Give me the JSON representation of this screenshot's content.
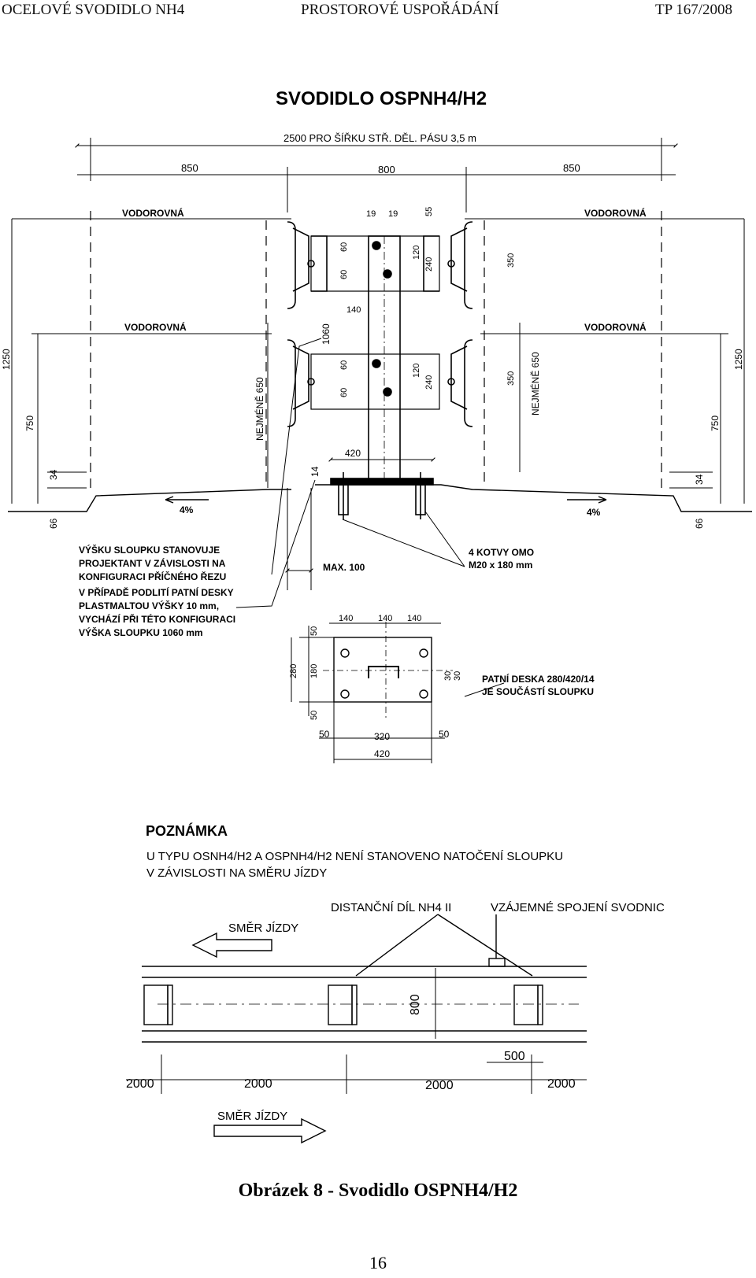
{
  "header": {
    "left": "OCELOVÉ SVODIDLO NH4",
    "center": "PROSTOROVÉ USPOŘÁDÁNÍ",
    "right": "TP 167/2008"
  },
  "drawing": {
    "title": "SVODIDLO OSPNH4/H2",
    "top_dim": "2500 PRO ŠÍŘKU STŘ. DĚL. PÁSU 3,5 m",
    "dims": {
      "d850": "850",
      "d800": "800",
      "d19": "19",
      "d55": "55",
      "d60": "60",
      "d120": "120",
      "d240": "240",
      "d350": "350",
      "d140": "140",
      "d1060": "1060",
      "d1250": "1250",
      "d750": "750",
      "d650": "NEJMÉNĚ 650",
      "d34": "34",
      "d66": "66",
      "d14": "14",
      "d420": "420",
      "max100": "MAX. 100",
      "slope": "4%"
    },
    "labels": {
      "vodorovna": "VODOROVNÁ",
      "note_height": [
        "VÝŠKU SLOUPKU STANOVUJE",
        "PROJEKTANT V ZÁVISLOSTI NA",
        "KONFIGURACI PŘÍČNÉHO ŘEZU"
      ],
      "note_mortar": [
        "V PŘÍPADĚ PODLITÍ PATNÍ DESKY",
        "PLASTMALTOU VÝŠKY 10 mm,",
        "VYCHÁZÍ PŘI TÉTO KONFIGURACI",
        "VÝŠKA SLOUPKU 1060 mm"
      ],
      "anchors": [
        "4 KOTVY OMO",
        "M20 x 180 mm"
      ],
      "plate": [
        "PATNÍ DESKA 280/420/14",
        "JE SOUČÁSTÍ SLOUPKU"
      ]
    },
    "plate_dims": {
      "d140": "140",
      "d50": "50",
      "d280": "280",
      "d180": "180",
      "d30": "30",
      "d320": "320",
      "d420": "420"
    }
  },
  "note": {
    "title": "POZNÁMKA",
    "lines": [
      "U TYPU OSNH4/H2 A OSPNH4/H2 NENÍ STANOVENO NATOČENÍ SLOUPKU",
      "V ZÁVISLOSTI NA SMĚRU JÍZDY"
    ]
  },
  "plan": {
    "spacer_label": "DISTANČNÍ DÍL NH4 II",
    "joint_label": "VZÁJEMNÉ SPOJENÍ SVODNIC",
    "direction": "SMĚR JÍZDY",
    "d800": "800",
    "d500": "500",
    "d2000": "2000"
  },
  "caption": "Obrázek 8 - Svodidlo OSPNH4/H2",
  "page_number": "16"
}
